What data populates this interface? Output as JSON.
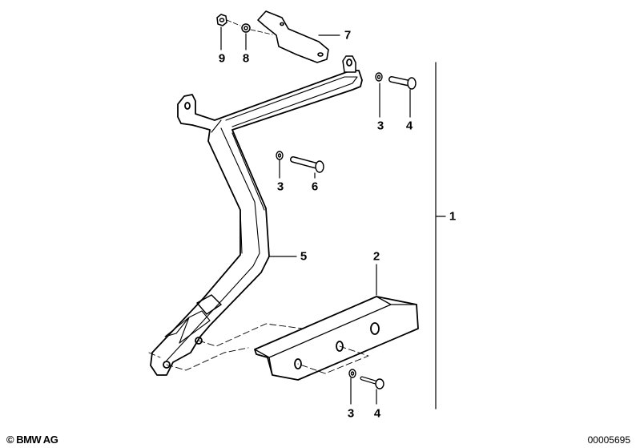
{
  "callouts": {
    "c9": "9",
    "c8": "8",
    "c7": "7",
    "c3a": "3",
    "c4a": "4",
    "c3b": "3",
    "c6": "6",
    "c5": "5",
    "c2": "2",
    "c1": "1",
    "c3c": "3",
    "c4b": "4"
  },
  "footer": {
    "copyright": "© BMW AG",
    "diagram_id": "00005695"
  }
}
